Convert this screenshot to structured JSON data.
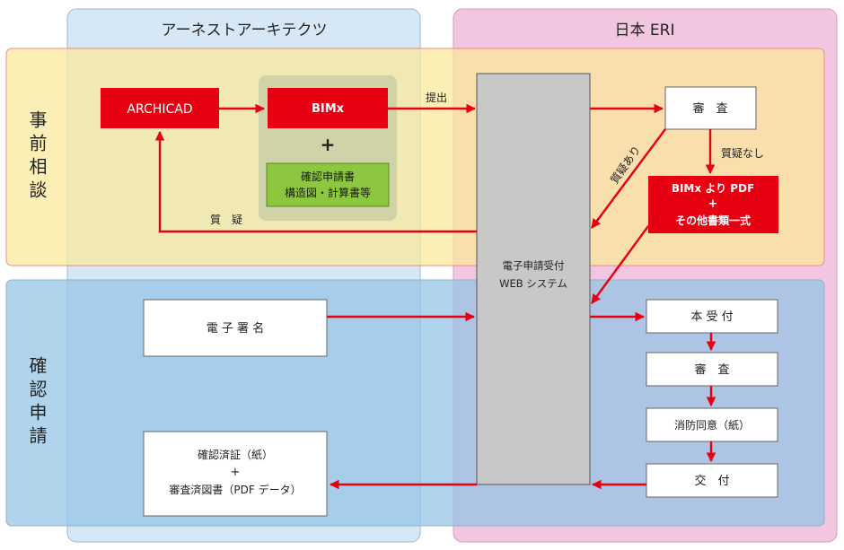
{
  "columns": {
    "left": "アーネストアーキテクツ",
    "right": "日本 ERI"
  },
  "rows": {
    "top": "事前相談",
    "bottom": "確認申請"
  },
  "nodes": {
    "archicad": "ARCHICAD",
    "bimx": "BIMx",
    "plus": "+",
    "confirm_docs": [
      "確認申請書",
      "構造図・計算書等"
    ],
    "web_system": [
      "電子申請受付",
      "WEB システム"
    ],
    "review_top": "審　査",
    "bimx_pdf": [
      "BIMx より PDF",
      "+",
      "その他書類一式"
    ],
    "e_signature": "電 子 署 名",
    "main_accept": "本 受 付",
    "review_bottom": "審　査",
    "fire_consent": "消防同意（紙）",
    "issue": "交　付",
    "certificate": [
      "確認済証（紙）",
      "+",
      "審査済図書（PDF データ）"
    ]
  },
  "edge_labels": {
    "submit": "提出",
    "with_questions": "質疑あり",
    "no_questions": "質疑なし",
    "questions": "質　疑"
  },
  "colors": {
    "left_column": "#d6e8f5",
    "right_column": "#f2c6e0",
    "top_band": "#fbeda8",
    "bottom_band": "#9fcbe8",
    "web_system": "#c8c8c8",
    "red_box": "#e60012",
    "green_box": "#8dc63f",
    "arrow": "#e60012"
  }
}
